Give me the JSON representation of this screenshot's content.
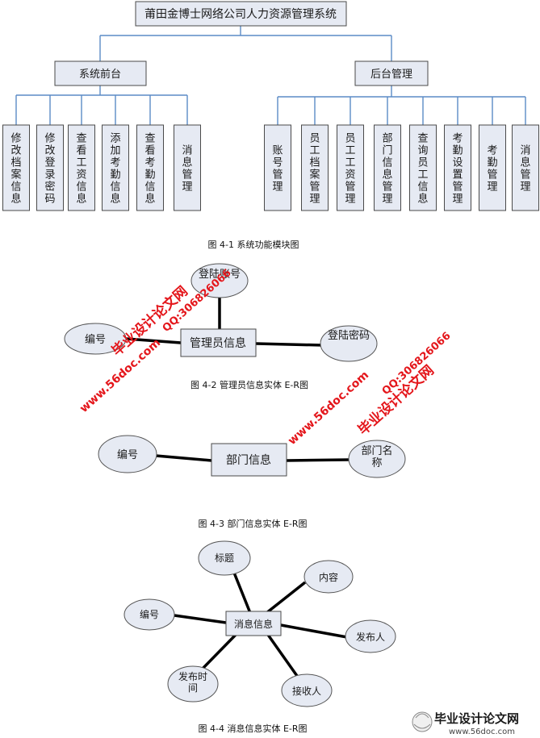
{
  "figure1": {
    "root": "莆田金博士网络公司人力资源管理系统",
    "front": "系统前台",
    "back": "后台管理",
    "front_items": [
      "修改档案信息",
      "修改登录密码",
      "查看工资信息",
      "添加考勤信息",
      "查看考勤信息",
      "消息管理"
    ],
    "back_items": [
      "账号管理",
      "员工档案管理",
      "员工工资管理",
      "部门信息管理",
      "查询员工信息",
      "考勤设置管理",
      "考勤管理",
      "消息管理"
    ],
    "caption": "图 4-1 系统功能模块图"
  },
  "figure2": {
    "entity": "管理员信息",
    "attr_top": "登陆账号",
    "attr_left": "编号",
    "attr_right": "登陆密码",
    "caption": "图 4-2 管理员信息实体 E-R图"
  },
  "figure3": {
    "entity": "部门信息",
    "attr_left": "编号",
    "attr_right": "部门名称",
    "caption": "图 4-3 部门信息实体 E-R图"
  },
  "figure4": {
    "entity": "消息信息",
    "attrs": [
      "标题",
      "内容",
      "编号",
      "发布人",
      "发布时间",
      "接收人"
    ],
    "caption": "图 4-4 消息信息实体 E-R图"
  },
  "watermarks": {
    "brand": "毕业设计论文网",
    "site": "www.56doc.com",
    "qq": "QQ:306826066",
    "logo_text": "毕业设计论文网",
    "logo_url": "www.56doc.com"
  },
  "colors": {
    "box_fill": "#e6eaf3",
    "connector": "#5b8bc6",
    "watermark": "#e4161b"
  }
}
